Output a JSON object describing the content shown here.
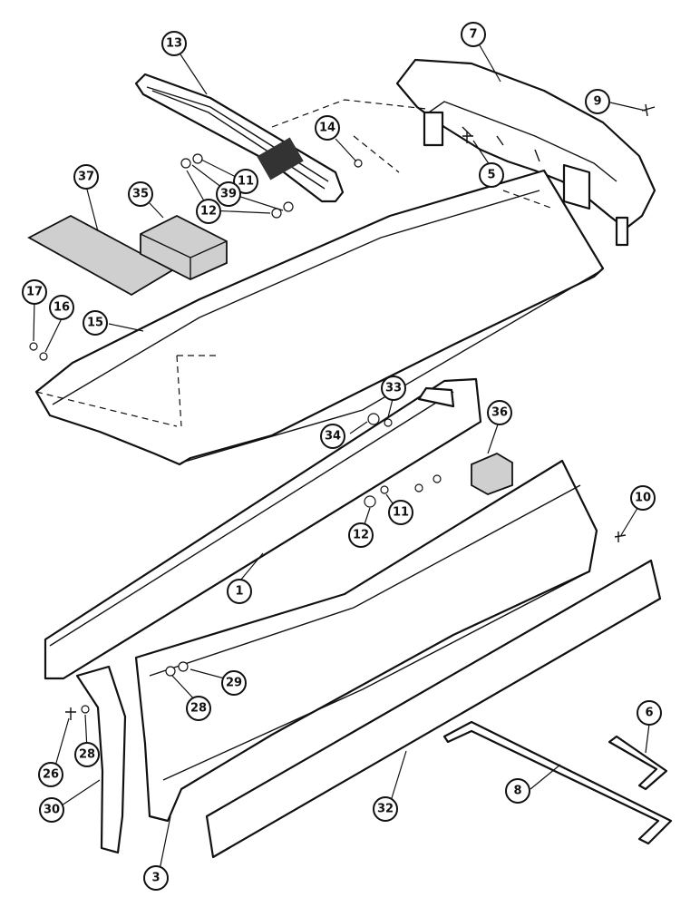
{
  "callouts": [
    {
      "id": "13",
      "label": "13"
    },
    {
      "id": "7",
      "label": "7"
    },
    {
      "id": "9",
      "label": "9"
    },
    {
      "id": "14",
      "label": "14"
    },
    {
      "id": "11a",
      "label": "11"
    },
    {
      "id": "39",
      "label": "39"
    },
    {
      "id": "12a",
      "label": "12"
    },
    {
      "id": "5",
      "label": "5"
    },
    {
      "id": "37",
      "label": "37"
    },
    {
      "id": "35",
      "label": "35"
    },
    {
      "id": "17",
      "label": "17"
    },
    {
      "id": "16",
      "label": "16"
    },
    {
      "id": "15",
      "label": "15"
    },
    {
      "id": "33",
      "label": "33"
    },
    {
      "id": "34",
      "label": "34"
    },
    {
      "id": "36",
      "label": "36"
    },
    {
      "id": "10",
      "label": "10"
    },
    {
      "id": "11b",
      "label": "11"
    },
    {
      "id": "12b",
      "label": "12"
    },
    {
      "id": "1",
      "label": "1"
    },
    {
      "id": "29",
      "label": "29"
    },
    {
      "id": "28a",
      "label": "28"
    },
    {
      "id": "26",
      "label": "26"
    },
    {
      "id": "28b",
      "label": "28"
    },
    {
      "id": "6",
      "label": "6"
    },
    {
      "id": "30",
      "label": "30"
    },
    {
      "id": "32",
      "label": "32"
    },
    {
      "id": "8",
      "label": "8"
    },
    {
      "id": "3",
      "label": "3"
    }
  ]
}
